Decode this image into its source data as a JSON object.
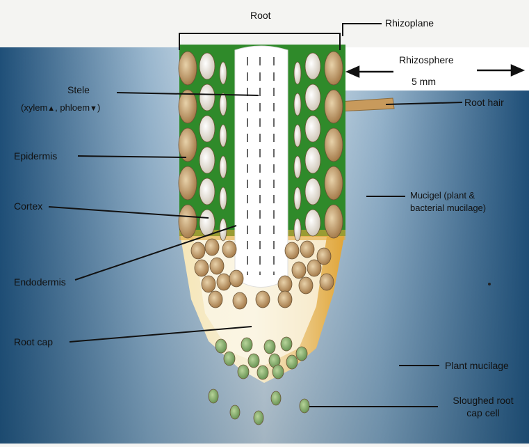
{
  "diagram": {
    "labels": {
      "root": "Root",
      "rhizoplane": "Rhizoplane",
      "rhizosphere": "Rhizosphere",
      "scale": "5 mm",
      "stele_line1": "Stele",
      "stele_xylem": "(xylem",
      "stele_phloem": ", phloem",
      "root_hair": "Root hair",
      "epidermis": "Epidermis",
      "mucigel_line1": "Mucigel (plant &",
      "mucigel_line2": "bacterial mucilage)",
      "cortex": "Cortex",
      "endodermis": "Endodermis",
      "root_cap": "Root cap",
      "plant_mucilage": "Plant mucilage",
      "sloughed_line1": "Sloughed root",
      "sloughed_line2": "cap cell"
    },
    "colors": {
      "tissue_green": "#2f8a2a",
      "cortex_cell": "#b08a5a",
      "cap_gold": "#e2a93a",
      "background_blue": "#1f4f78",
      "sloughed_cell": "#7fa86a"
    }
  }
}
